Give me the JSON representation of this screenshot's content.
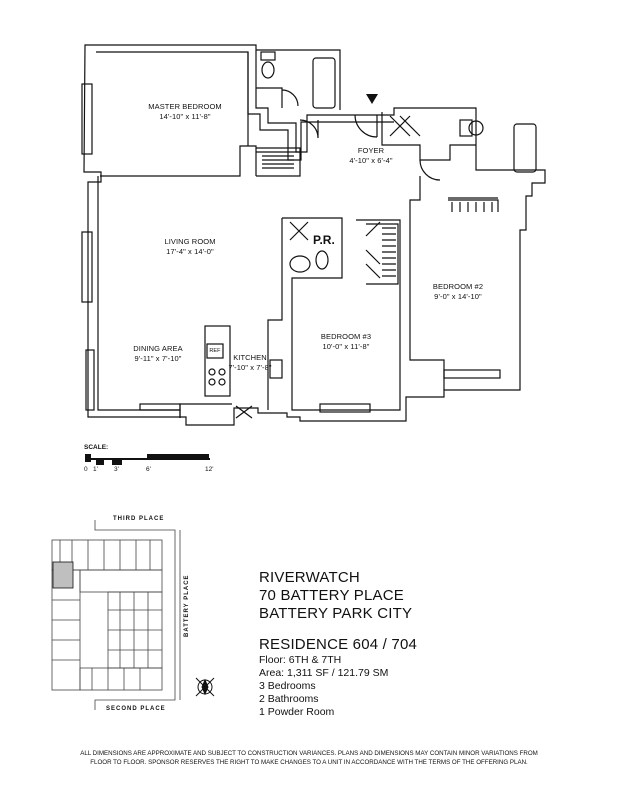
{
  "rooms": {
    "master_bedroom": {
      "name": "MASTER BEDROOM",
      "dims": "14'-10\" x 11'-8\""
    },
    "foyer": {
      "name": "FOYER",
      "dims": "4'-10\" x 6'-4\""
    },
    "living_room": {
      "name": "LIVING ROOM",
      "dims": "17'-4\" x 14'-0\""
    },
    "powder_room": {
      "name": "P.R."
    },
    "bedroom2": {
      "name": "BEDROOM #2",
      "dims": "9'-0\" x 14'-10\""
    },
    "bedroom3": {
      "name": "BEDROOM #3",
      "dims": "10'-0\" x 11'-8\""
    },
    "dining_area": {
      "name": "DINING AREA",
      "dims": "9'-11\" x 7'-10\""
    },
    "kitchen": {
      "name": "KITCHEN",
      "dims": "7'-10\" x 7'-8\""
    },
    "ref": "REF"
  },
  "scale": {
    "label": "SCALE:",
    "ticks": [
      "0",
      "1'",
      "3'",
      "6'",
      "12'"
    ]
  },
  "keyplan": {
    "third_place": "THIRD PLACE",
    "second_place": "SECOND PLACE",
    "battery_place": "BATTERY PLACE"
  },
  "building": {
    "name": "RIVERWATCH",
    "address": "70 BATTERY PLACE",
    "area": "BATTERY PARK CITY"
  },
  "residence": {
    "title": "RESIDENCE 604 / 704",
    "floor": "Floor:  6TH & 7TH",
    "area": "Area:  1,311 SF / 121.79 SM",
    "bedrooms": "3 Bedrooms",
    "bathrooms": "2 Bathrooms",
    "powder": "1 Powder Room"
  },
  "disclaimer": {
    "line1": "ALL DIMENSIONS ARE APPROXIMATE AND SUBJECT TO CONSTRUCTION VARIANCES.  PLANS AND DIMENSIONS MAY CONTAIN MINOR VARIATIONS FROM",
    "line2": "FLOOR TO FLOOR.  SPONSOR RESERVES THE RIGHT TO MAKE CHANGES TO A UNIT IN ACCORDANCE  WITH THE TERMS OF THE OFFERING PLAN."
  },
  "colors": {
    "line": "#111111",
    "highlight": "#bfbfbf"
  }
}
